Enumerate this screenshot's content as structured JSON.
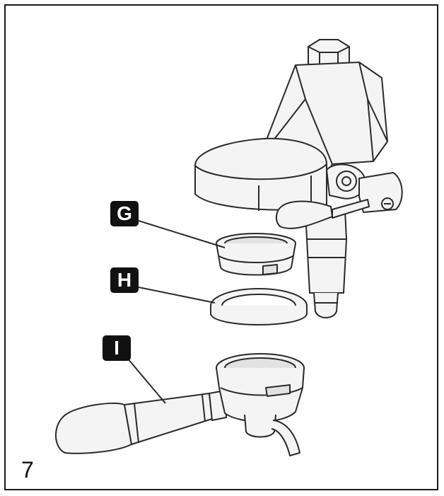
{
  "labels": {
    "g": "G",
    "h": "H",
    "i": "I"
  },
  "figure_number": "7",
  "colors": {
    "line": "#2a2a2a",
    "fill": "#f4f4f4",
    "shade": "#e2e2e2",
    "label_bg": "#111111"
  }
}
